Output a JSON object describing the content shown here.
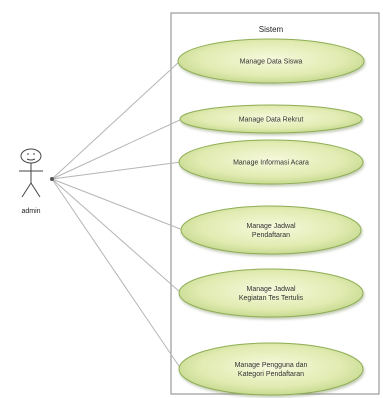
{
  "system": {
    "title": "Sistem"
  },
  "actor": {
    "label": "admin",
    "icon": "stick-figure-icon"
  },
  "use_cases": [
    {
      "lines": [
        "Manage Data Siswa"
      ]
    },
    {
      "lines": [
        "Manage Data Rekrut"
      ]
    },
    {
      "lines": [
        "Manage Informasi Acara"
      ]
    },
    {
      "lines": [
        "Manage Jadwal",
        "Pendaftaran"
      ]
    },
    {
      "lines": [
        "Manage Jadwal",
        "Kegiatan Tes Tertulis"
      ]
    },
    {
      "lines": [
        "Manage Pengguna dan",
        "Kategori Pendaftaran"
      ]
    }
  ],
  "colors": {
    "usecase_fill_center": "#f4f8d6",
    "usecase_fill_edge": "#c3d98c",
    "usecase_stroke": "#8fae54",
    "system_stroke": "#9a9a9a",
    "line": "#b5b5b5"
  }
}
